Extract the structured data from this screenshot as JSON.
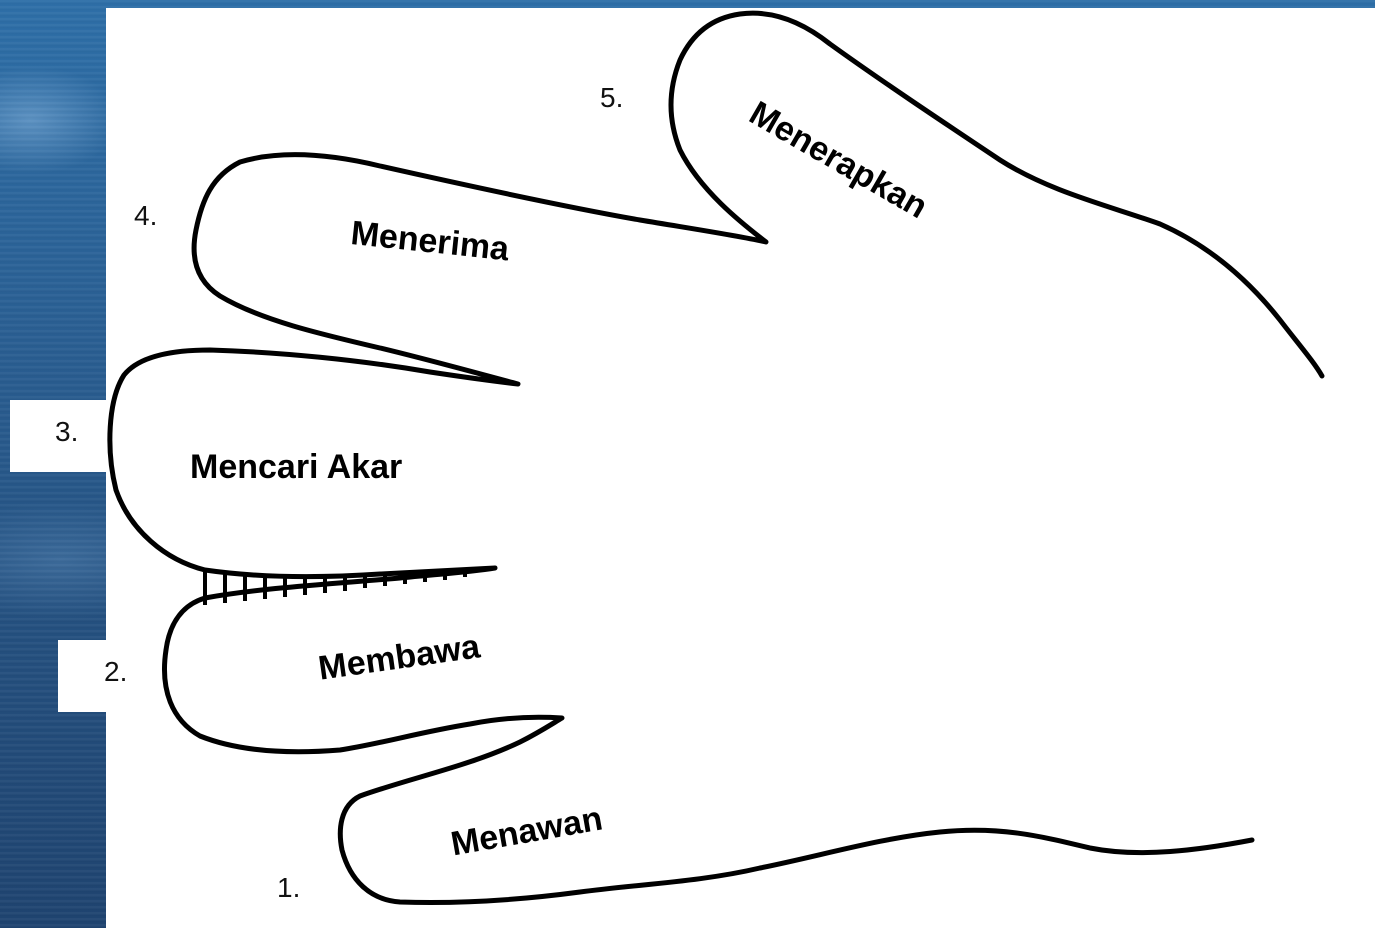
{
  "fingers": [
    {
      "number": "1.",
      "label": "Menawan"
    },
    {
      "number": "2.",
      "label": "Membawa"
    },
    {
      "number": "3.",
      "label": "Mencari Akar"
    },
    {
      "number": "4.",
      "label": "Menerima"
    },
    {
      "number": "5.",
      "label": "Menerapkan"
    }
  ],
  "colors": {
    "background": "#2a5f93",
    "paper": "#ffffff",
    "outline": "#000000"
  }
}
